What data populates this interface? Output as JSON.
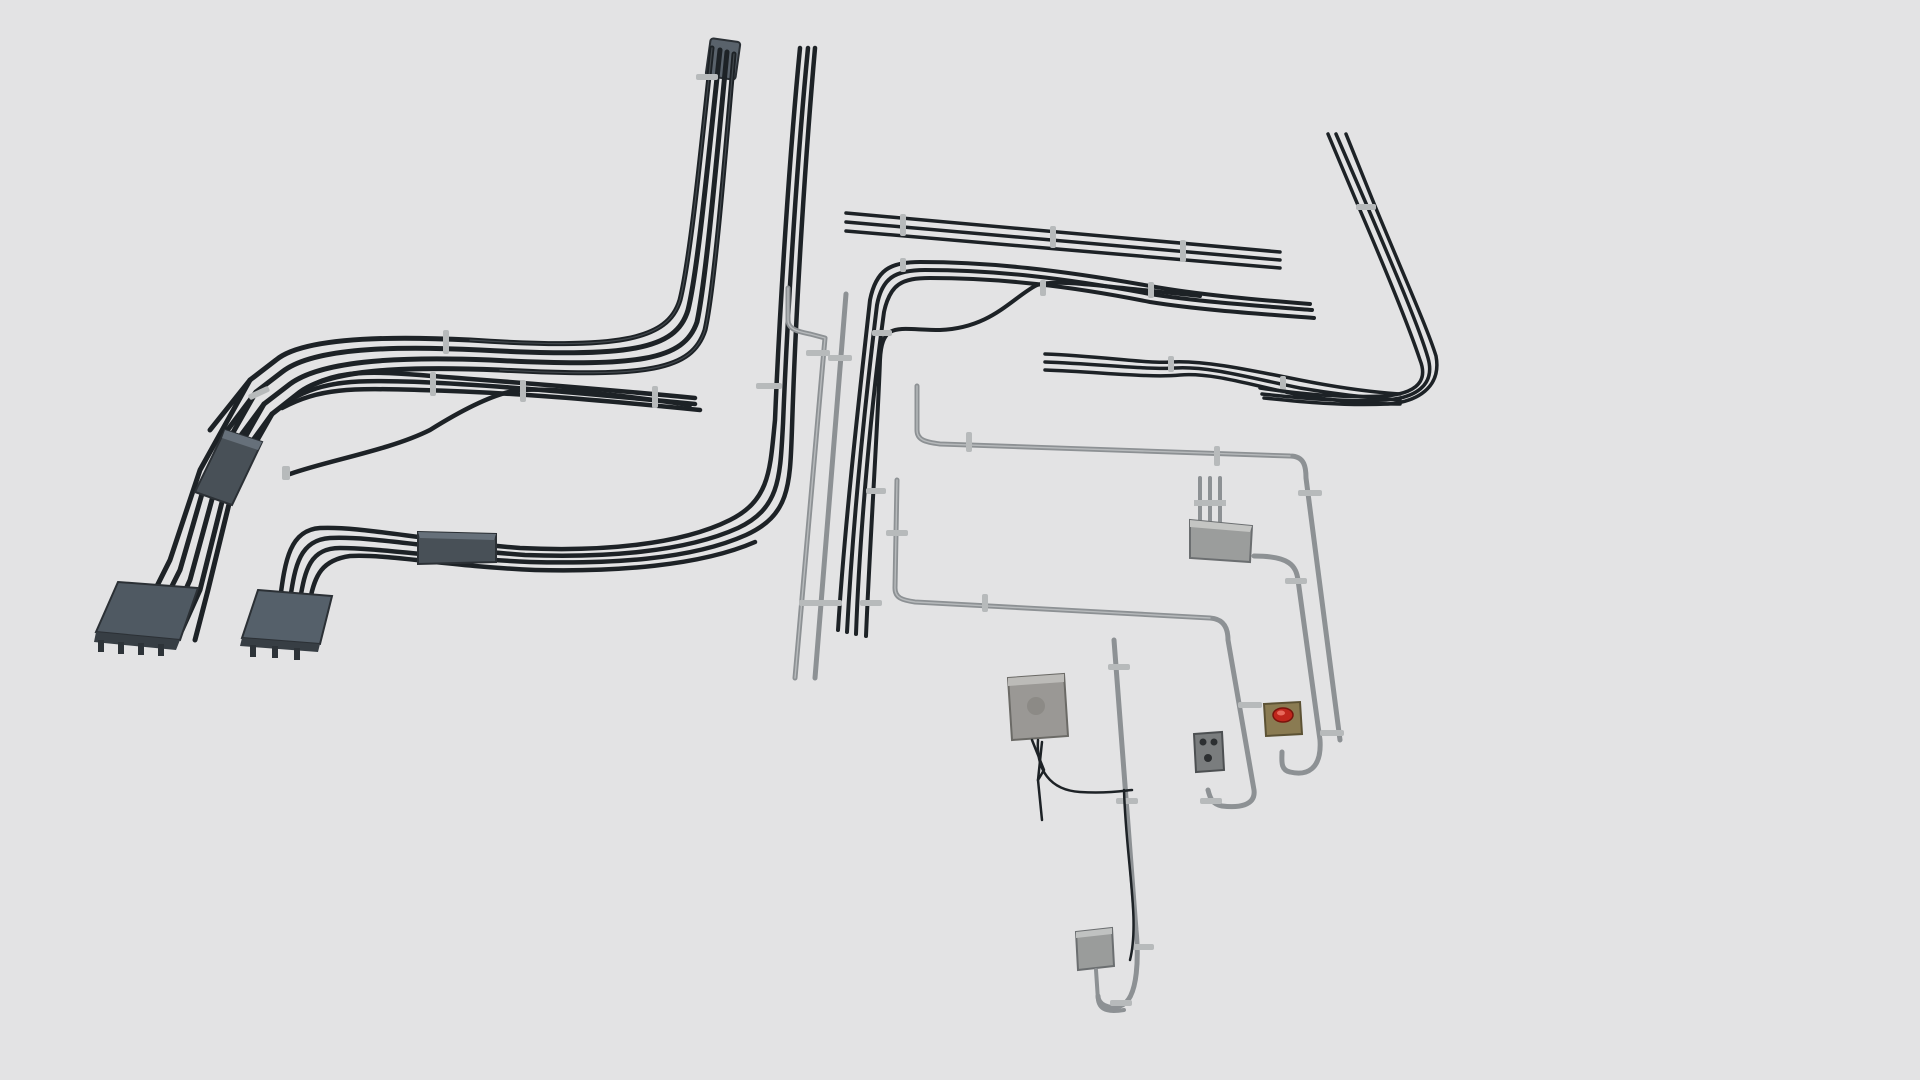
{
  "scene": {
    "background": "#e3e3e4",
    "subject": "3d-model-kit-electrical-cables-conduits",
    "colors": {
      "cable": "#1d2226",
      "cable_highlight": "#5a6166",
      "conduit": "#8d9194",
      "conduit_highlight": "#c9cccd",
      "clamp": "#b7babb",
      "junction_box": "#485057",
      "junction_box_top": "#66707a",
      "grey_box": "#9b9d9c",
      "grey_box_top": "#c4c5c3",
      "button_housing": "#8a7b52",
      "button_red": "#c0261c"
    },
    "objects": [
      {
        "name": "cable-bundle-large",
        "type": "cable-run"
      },
      {
        "name": "cable-bundle-junction-upper",
        "type": "junction-box"
      },
      {
        "name": "cable-bundle-junction-lower",
        "type": "junction-box"
      },
      {
        "name": "cable-bundle-terminal-left",
        "type": "junction-box"
      },
      {
        "name": "cable-bundle-terminal-right",
        "type": "junction-box"
      },
      {
        "name": "cable-vertical-triple",
        "type": "cable-run"
      },
      {
        "name": "cable-horizontal-straight",
        "type": "cable-run"
      },
      {
        "name": "cable-horizontal-curved",
        "type": "cable-run"
      },
      {
        "name": "cable-right-bend",
        "type": "cable-run"
      },
      {
        "name": "conduit-pipes",
        "type": "conduit-run"
      },
      {
        "name": "switch-box-grey",
        "type": "electrical-box"
      },
      {
        "name": "outlet-box-square",
        "type": "electrical-box"
      },
      {
        "name": "outlet-box-small",
        "type": "electrical-box"
      },
      {
        "name": "emergency-stop-button",
        "type": "push-button"
      },
      {
        "name": "control-switch-double",
        "type": "switch"
      }
    ]
  }
}
